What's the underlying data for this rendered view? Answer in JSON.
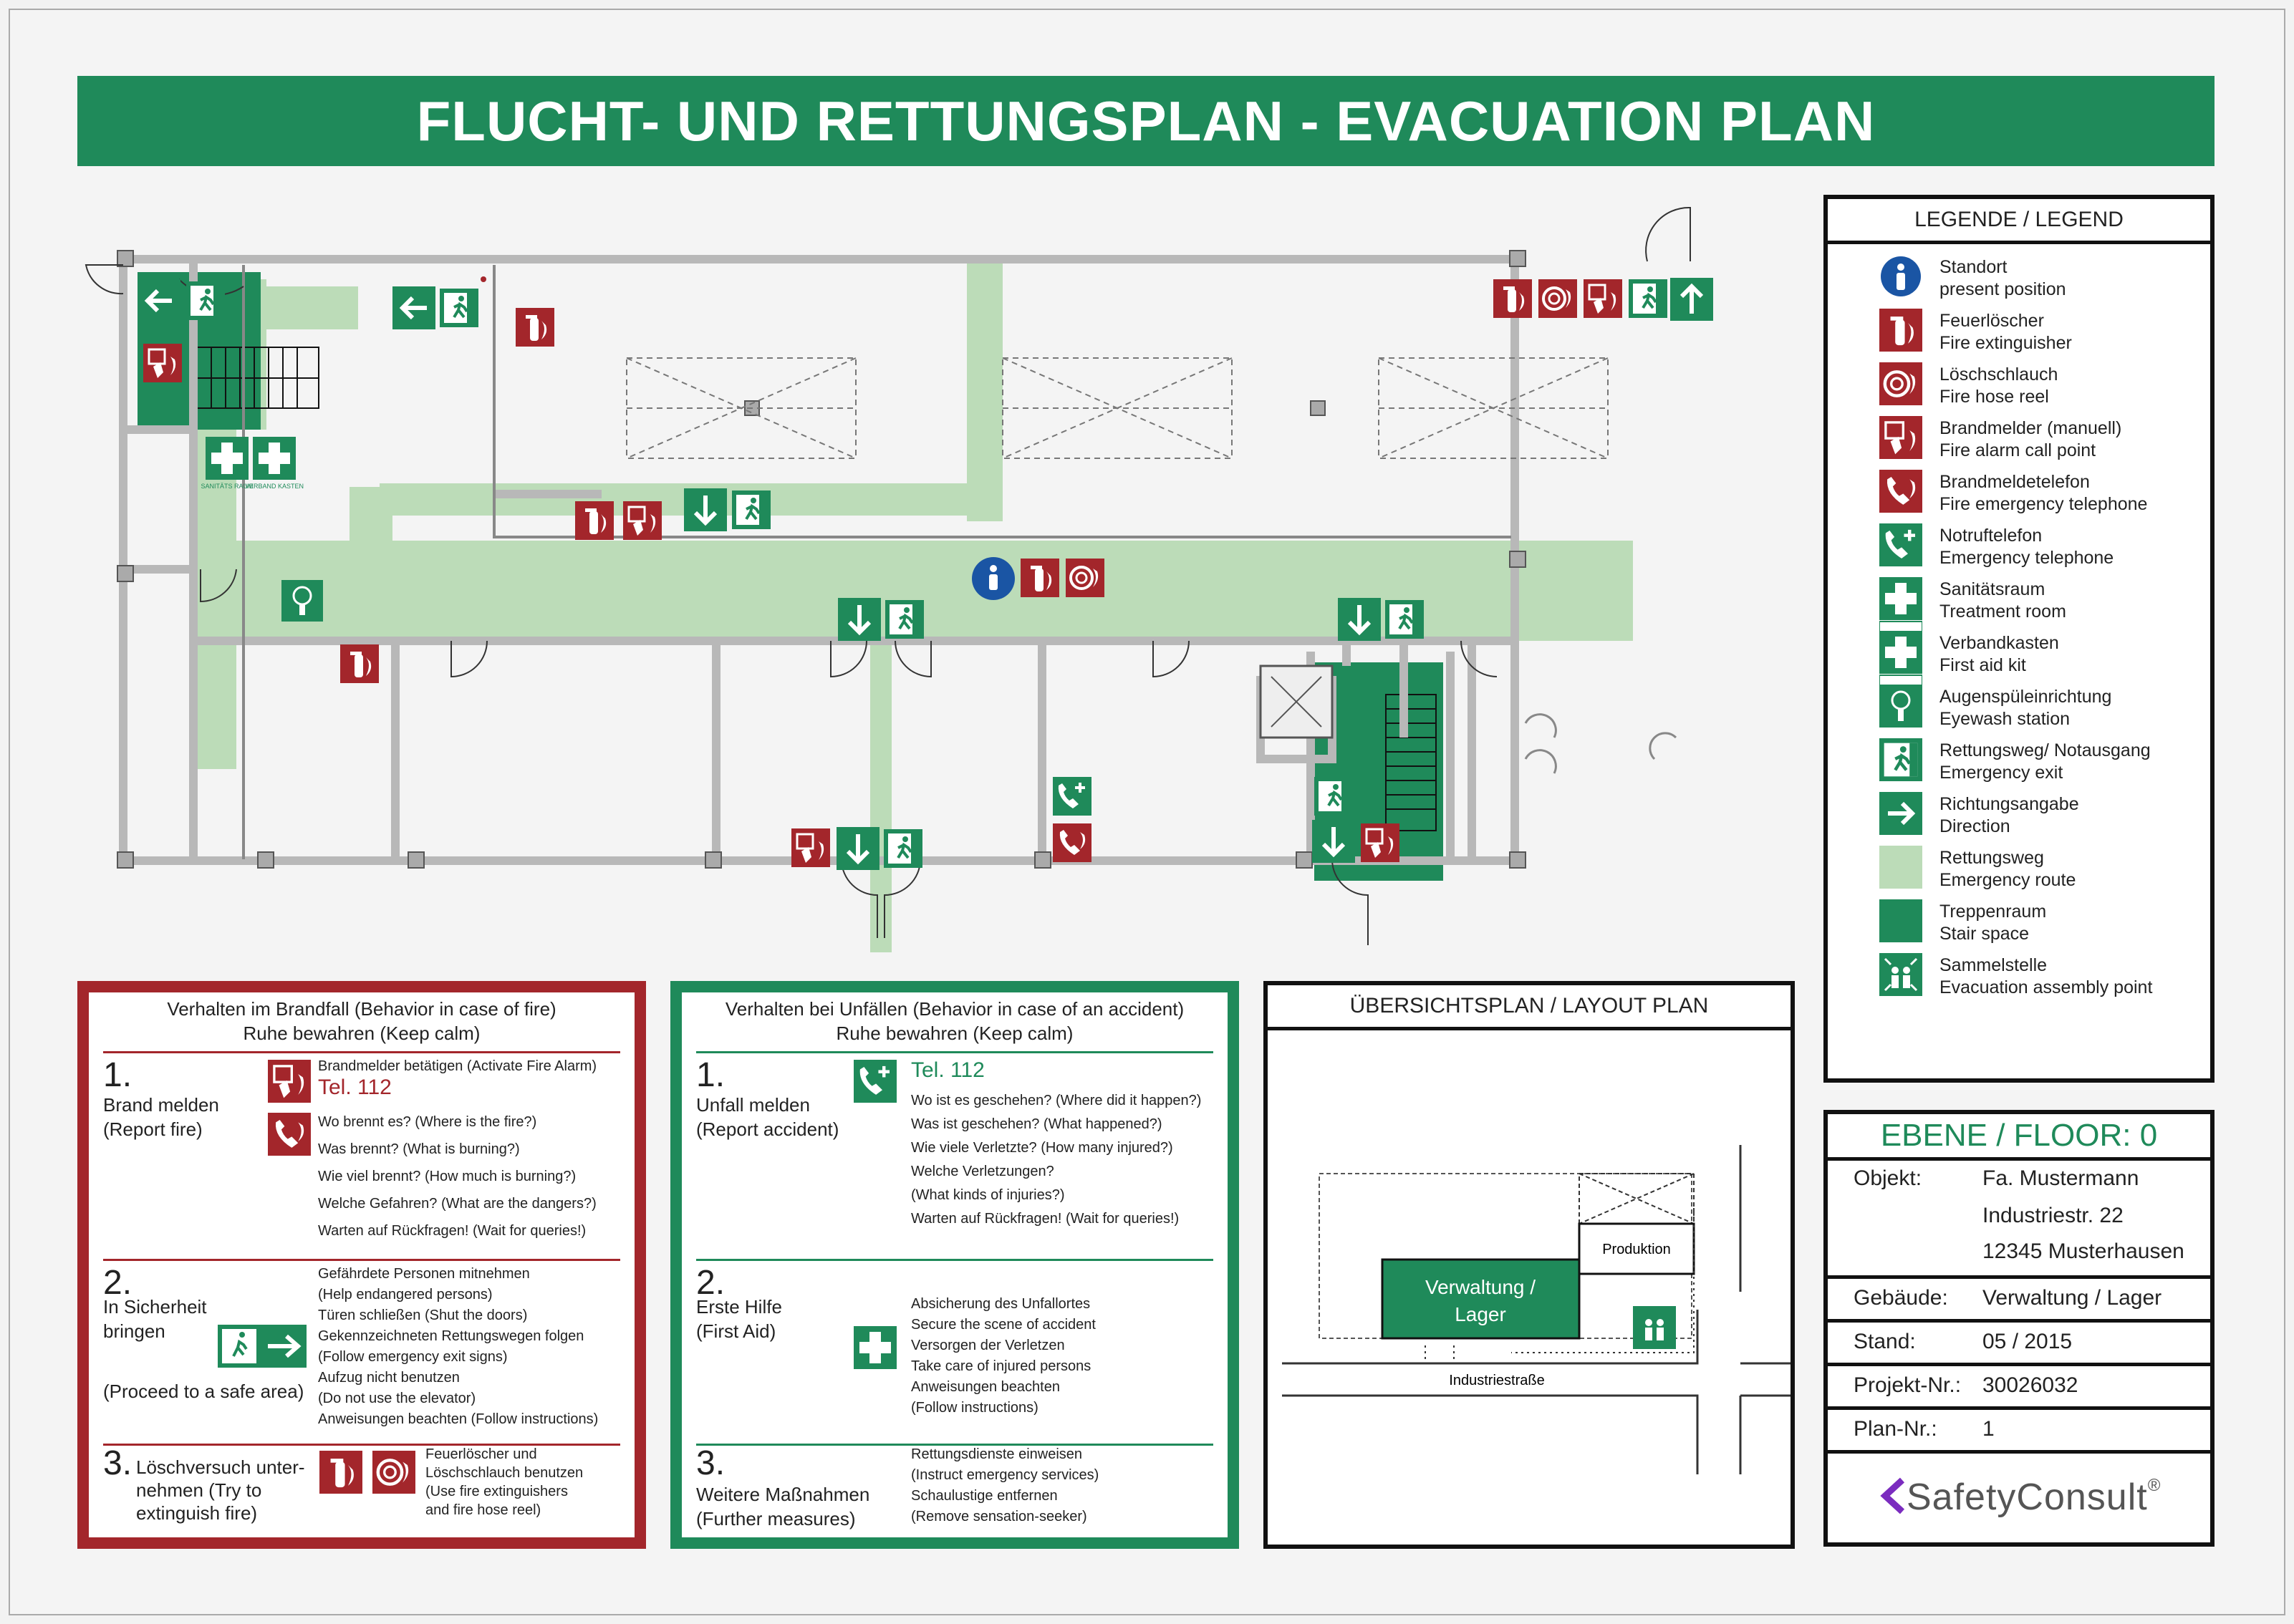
{
  "title": "FLUCHT- UND RETTUNGSPLAN - EVACUATION PLAN",
  "legend": {
    "heading": "LEGENDE / LEGEND",
    "items": [
      {
        "de": "Standort",
        "en": "present position",
        "icon": "present-position-icon"
      },
      {
        "de": "Feuerlöscher",
        "en": "Fire extinguisher",
        "icon": "fire-extinguisher-icon"
      },
      {
        "de": "Löschschlauch",
        "en": "Fire hose reel",
        "icon": "fire-hose-reel-icon"
      },
      {
        "de": "Brandmelder (manuell)",
        "en": "Fire alarm call point",
        "icon": "fire-alarm-call-point-icon"
      },
      {
        "de": "Brandmeldetelefon",
        "en": "Fire emergency telephone",
        "icon": "fire-emergency-telephone-icon"
      },
      {
        "de": "Notruftelefon",
        "en": "Emergency telephone",
        "icon": "emergency-telephone-icon"
      },
      {
        "de": "Sanitätsraum",
        "en": "Treatment room",
        "icon": "treatment-room-icon",
        "sub": "SANITÄTS RAUM"
      },
      {
        "de": "Verbandkasten",
        "en": "First aid kit",
        "icon": "first-aid-kit-icon",
        "sub": "VERBAND KASTEN"
      },
      {
        "de": "Augenspüleinrichtung",
        "en": "Eyewash station",
        "icon": "eyewash-station-icon"
      },
      {
        "de": "Rettungsweg/ Notausgang",
        "en": "Emergency exit",
        "icon": "emergency-exit-icon"
      },
      {
        "de": "Richtungsangabe",
        "en": "Direction",
        "icon": "direction-arrow-icon"
      },
      {
        "de": "Rettungsweg",
        "en": "Emergency route",
        "icon": "emergency-route-swatch"
      },
      {
        "de": "Treppenraum",
        "en": "Stair space",
        "icon": "stair-space-swatch"
      },
      {
        "de": "Sammelstelle",
        "en": "Evacuation assembly point",
        "icon": "assembly-point-icon"
      }
    ]
  },
  "floor": {
    "heading": "EBENE / FLOOR: 0",
    "objekt_label": "Objekt:",
    "objekt_lines": [
      "Fa. Mustermann",
      "Industriestr. 22",
      "12345 Musterhausen"
    ],
    "gebaeude_label": "Gebäude:",
    "gebaeude": "Verwaltung / Lager",
    "stand_label": "Stand:",
    "stand": "05 / 2015",
    "projekt_label": "Projekt-Nr.:",
    "projekt": "30026032",
    "plan_label": "Plan-Nr.:",
    "plan": "1",
    "brand": "SafetyConsult",
    "brand_mark": "®"
  },
  "fire": {
    "heading1": "Verhalten im Brandfall (Behavior in case of fire)",
    "heading2": "Ruhe bewahren (Keep calm)",
    "s1_num": "1.",
    "s1_l1": "Brand melden",
    "s1_l2": "(Report fire)",
    "s1_alarm": "Brandmelder betätigen (Activate Fire Alarm)",
    "s1_tel": "Tel. 112",
    "s1_q": [
      "Wo brennt es? (Where is the fire?)",
      "Was brennt? (What is burning?)",
      "Wie viel brennt? (How much is burning?)",
      "Welche Gefahren? (What are the dangers?)",
      "Warten auf Rückfragen! (Wait for queries!)"
    ],
    "s2_num": "2.",
    "s2_l1": "In Sicherheit",
    "s2_l2": "bringen",
    "s2_l3": "(Proceed to a safe area)",
    "s2_items": [
      "Gefährdete Personen mitnehmen",
      "(Help endangered persons)",
      "Türen schließen (Shut the doors)",
      "Gekennzeichneten Rettungswegen folgen",
      "(Follow emergency exit signs)",
      "Aufzug nicht benutzen",
      "(Do not use the elevator)",
      "Anweisungen beachten (Follow instructions)"
    ],
    "s3_num": "3.",
    "s3_l1": "Löschversuch unter-",
    "s3_l2": "nehmen (Try to",
    "s3_l3": "extinguish fire)",
    "s3_items": [
      "Feuerlöscher und",
      "Löschschlauch benutzen",
      "(Use fire extinguishers",
      "and fire hose reel)"
    ]
  },
  "accident": {
    "heading1": "Verhalten bei Unfällen (Behavior in case of an accident)",
    "heading2": "Ruhe bewahren (Keep calm)",
    "s1_num": "1.",
    "s1_l1": "Unfall melden",
    "s1_l2": "(Report accident)",
    "s1_tel": "Tel. 112",
    "s1_q": [
      "Wo ist es geschehen? (Where did it happen?)",
      "Was ist geschehen? (What happened?)",
      "Wie viele Verletzte? (How many injured?)",
      "Welche Verletzungen?",
      "(What kinds of injuries?)",
      "Warten auf Rückfragen! (Wait for queries!)"
    ],
    "s2_num": "2.",
    "s2_l1": "Erste Hilfe",
    "s2_l2": "(First Aid)",
    "s2_items": [
      "Absicherung des Unfallortes",
      "Secure the scene of accident",
      "Versorgen der Verletzen",
      "Take care of injured persons",
      "Anweisungen beachten",
      "(Follow instructions)"
    ],
    "s3_num": "3.",
    "s3_l1": "Weitere Maßnahmen",
    "s3_l2": "(Further measures)",
    "s3_items": [
      "Rettungsdienste einweisen",
      "(Instruct emergency services)",
      "Schaulustige entfernen",
      "(Remove sensation-seeker)"
    ]
  },
  "layout": {
    "heading": "ÜBERSICHTSPLAN / LAYOUT PLAN",
    "produktion": "Produktion",
    "verwaltung1": "Verwaltung /",
    "verwaltung2": "Lager",
    "street": "Industriestraße"
  },
  "plan": {
    "sanitaets": "SANITÄTS RAUM",
    "verband": "VERBAND KASTEN"
  },
  "colors": {
    "green": "#1f8a5a",
    "red": "#a3262b",
    "route": "#bcdcb8",
    "wall": "#c8c8c8"
  }
}
